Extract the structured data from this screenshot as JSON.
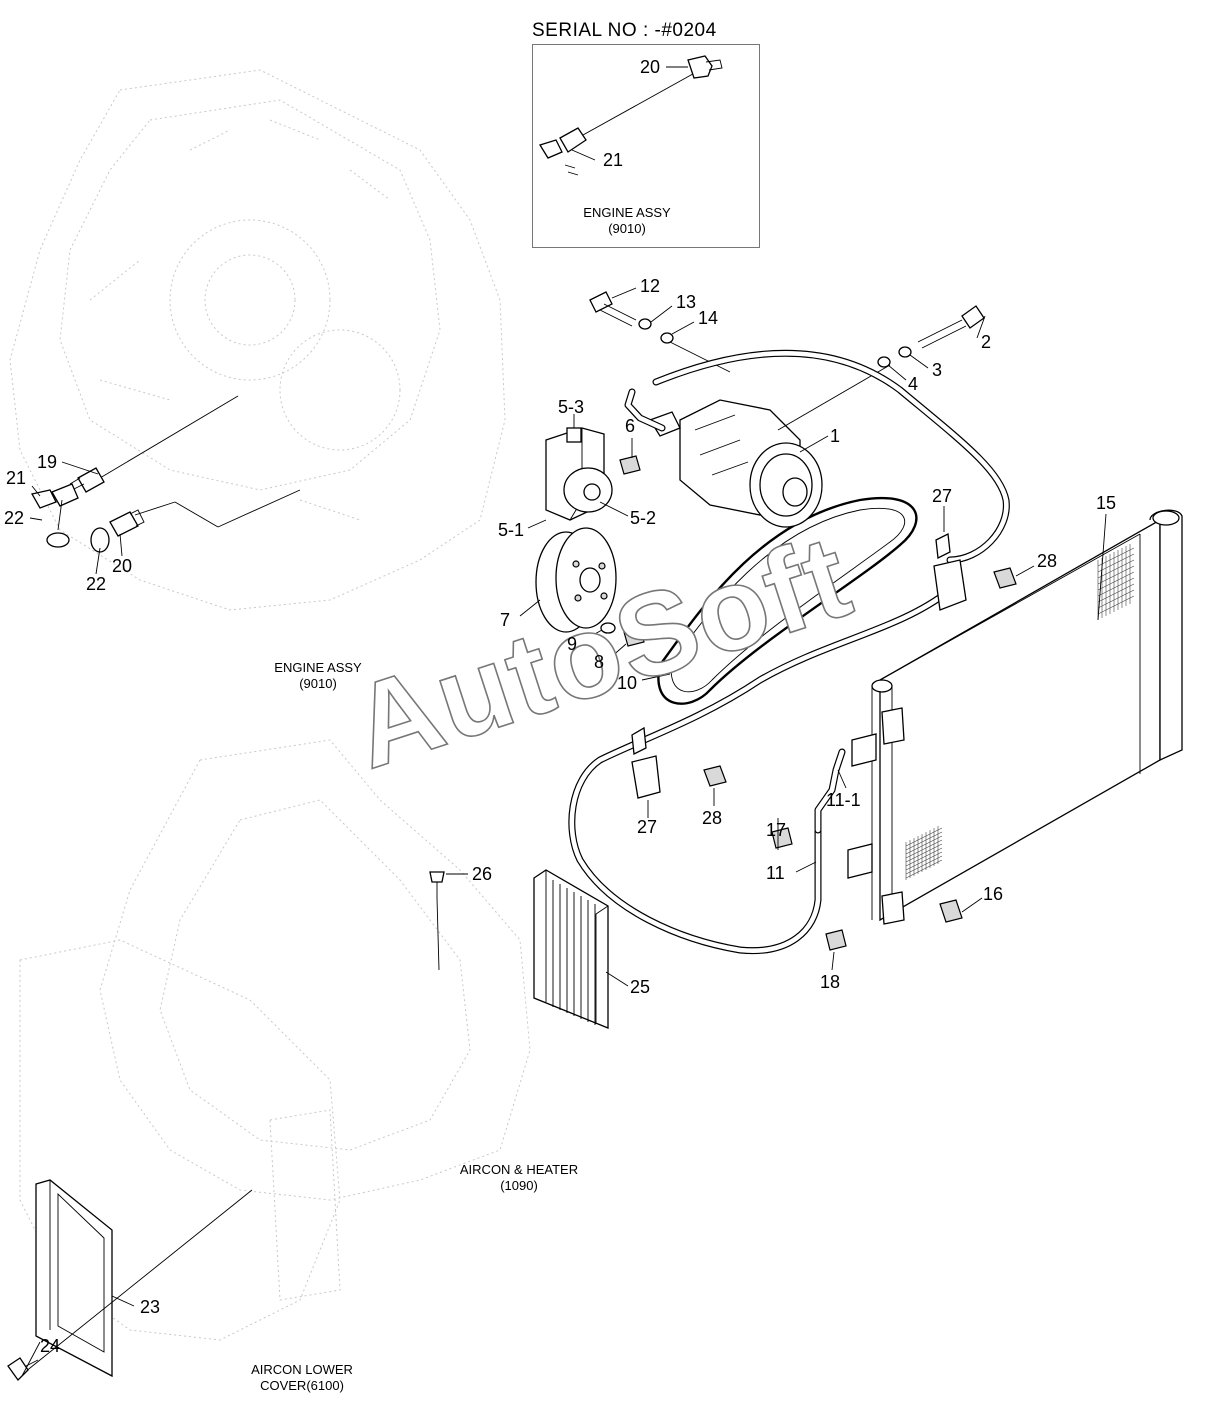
{
  "serial": "SERIAL NO : -#0204",
  "sections": {
    "inset_engine": [
      "ENGINE ASSY",
      "(9010)"
    ],
    "engine": [
      "ENGINE ASSY",
      "(9010)"
    ],
    "aircon_heater": [
      "AIRCON & HEATER",
      "(1090)"
    ],
    "aircon_lower_cover": [
      "AIRCON LOWER",
      "COVER(6100)"
    ]
  },
  "watermark": "AutoSoft",
  "callouts": [
    "20",
    "21",
    "12",
    "13",
    "14",
    "2",
    "3",
    "4",
    "1",
    "5-3",
    "6",
    "5-1",
    "5-2",
    "7",
    "9",
    "8",
    "10",
    "19",
    "21",
    "22",
    "22",
    "20",
    "27",
    "28",
    "15",
    "27",
    "28",
    "17",
    "11-1",
    "11",
    "16",
    "18",
    "26",
    "25",
    "23",
    "24"
  ]
}
